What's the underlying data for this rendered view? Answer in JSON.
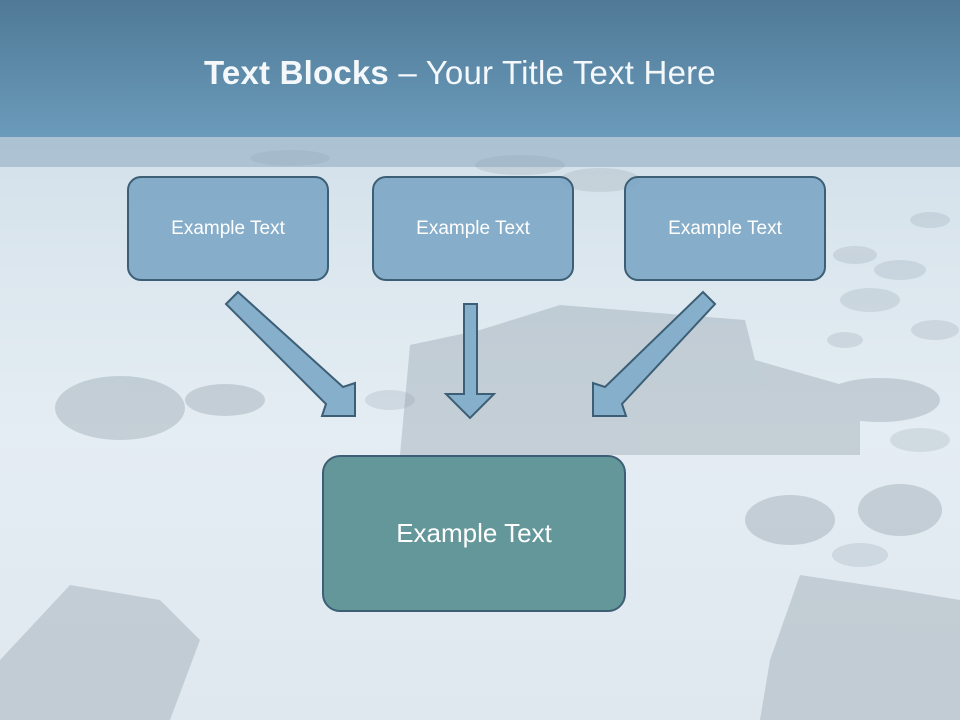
{
  "title": {
    "bold": "Text Blocks",
    "dash": " – ",
    "rest": "Your Title Text Here"
  },
  "diagram": {
    "top_boxes": [
      {
        "label": "Example Text"
      },
      {
        "label": "Example Text"
      },
      {
        "label": "Example Text"
      }
    ],
    "bottom_box": {
      "label": "Example Text"
    }
  },
  "colors": {
    "header": "#5f8fb0",
    "small_box_fill": "#7aa5c4",
    "big_box_fill": "#64979a",
    "border": "#3d5f76",
    "arrow_fill": "#86afcb"
  }
}
